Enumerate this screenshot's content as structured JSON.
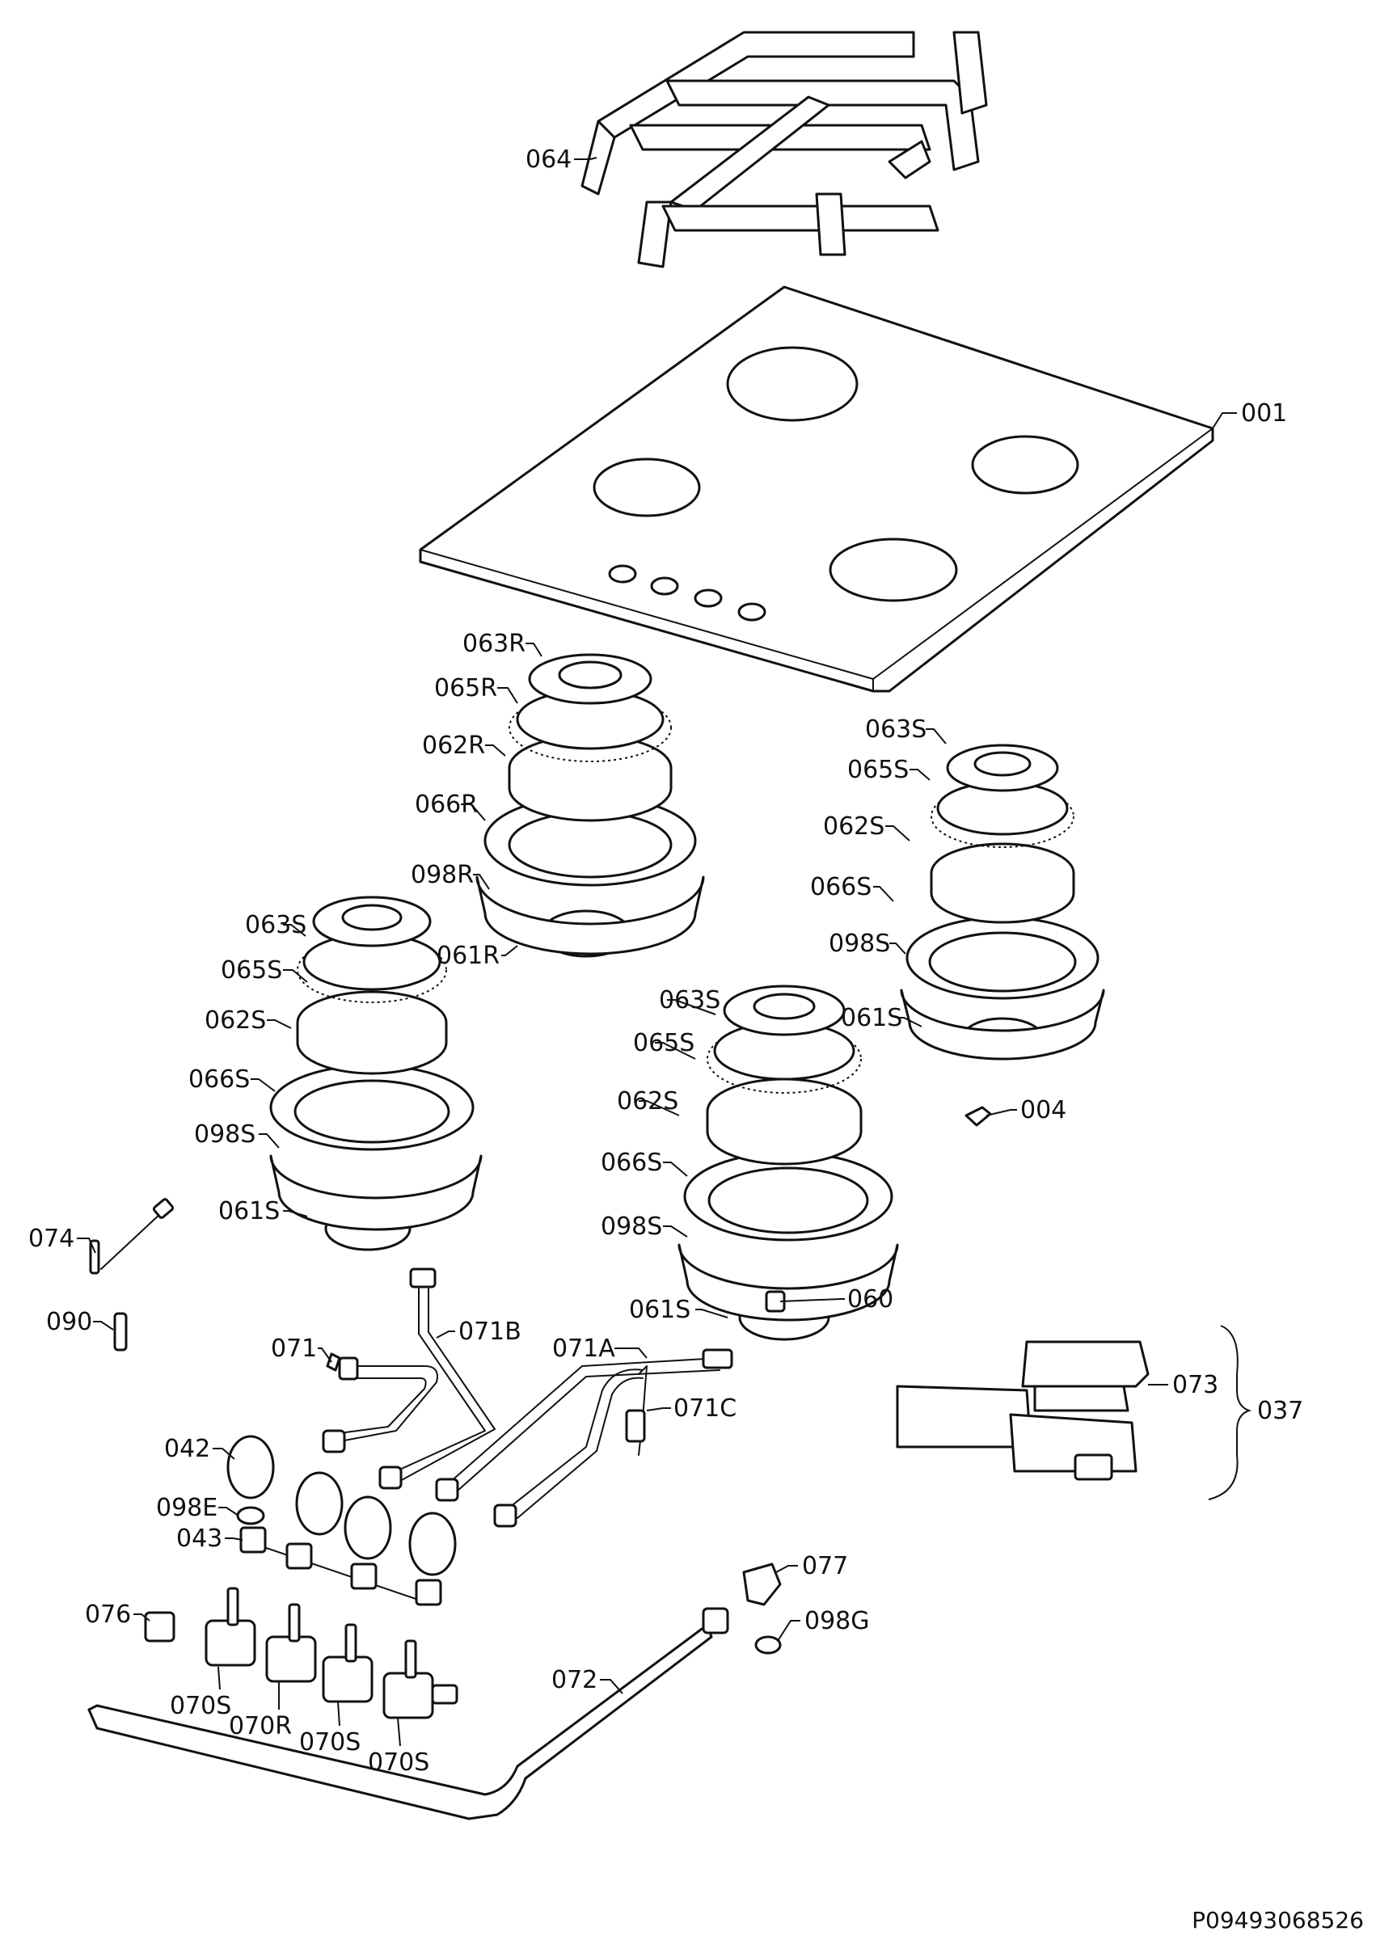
{
  "diagram": {
    "code": "P09493068526",
    "labels": {
      "l001": "001",
      "l064": "064",
      "l063R": "063R",
      "l065R": "065R",
      "l062R": "062R",
      "l066R": "066R",
      "l098R": "098R",
      "l061R": "061R",
      "l063S_a": "063S",
      "l065S_a": "065S",
      "l062S_a": "062S",
      "l066S_a": "066S",
      "l098S_a": "098S",
      "l061S_a": "061S",
      "l063S_b": "063S",
      "l065S_b": "065S",
      "l062S_b": "062S",
      "l066S_b": "066S",
      "l098S_b": "098S",
      "l061S_b": "061S",
      "l063S_c": "063S",
      "l065S_c": "065S",
      "l062S_c": "062S",
      "l066S_c": "066S",
      "l098S_c": "098S",
      "l061S_c": "061S",
      "l060": "060",
      "l004": "004",
      "l074": "074",
      "l090": "090",
      "l071": "071",
      "l071B": "071B",
      "l071A": "071A",
      "l071C": "071C",
      "l042": "042",
      "l098E": "098E",
      "l043": "043",
      "l076": "076",
      "l070S_a": "070S",
      "l070R": "070R",
      "l070S_b": "070S",
      "l070S_c": "070S",
      "l072": "072",
      "l077": "077",
      "l098G": "098G",
      "l073": "073",
      "l037": "037"
    }
  }
}
